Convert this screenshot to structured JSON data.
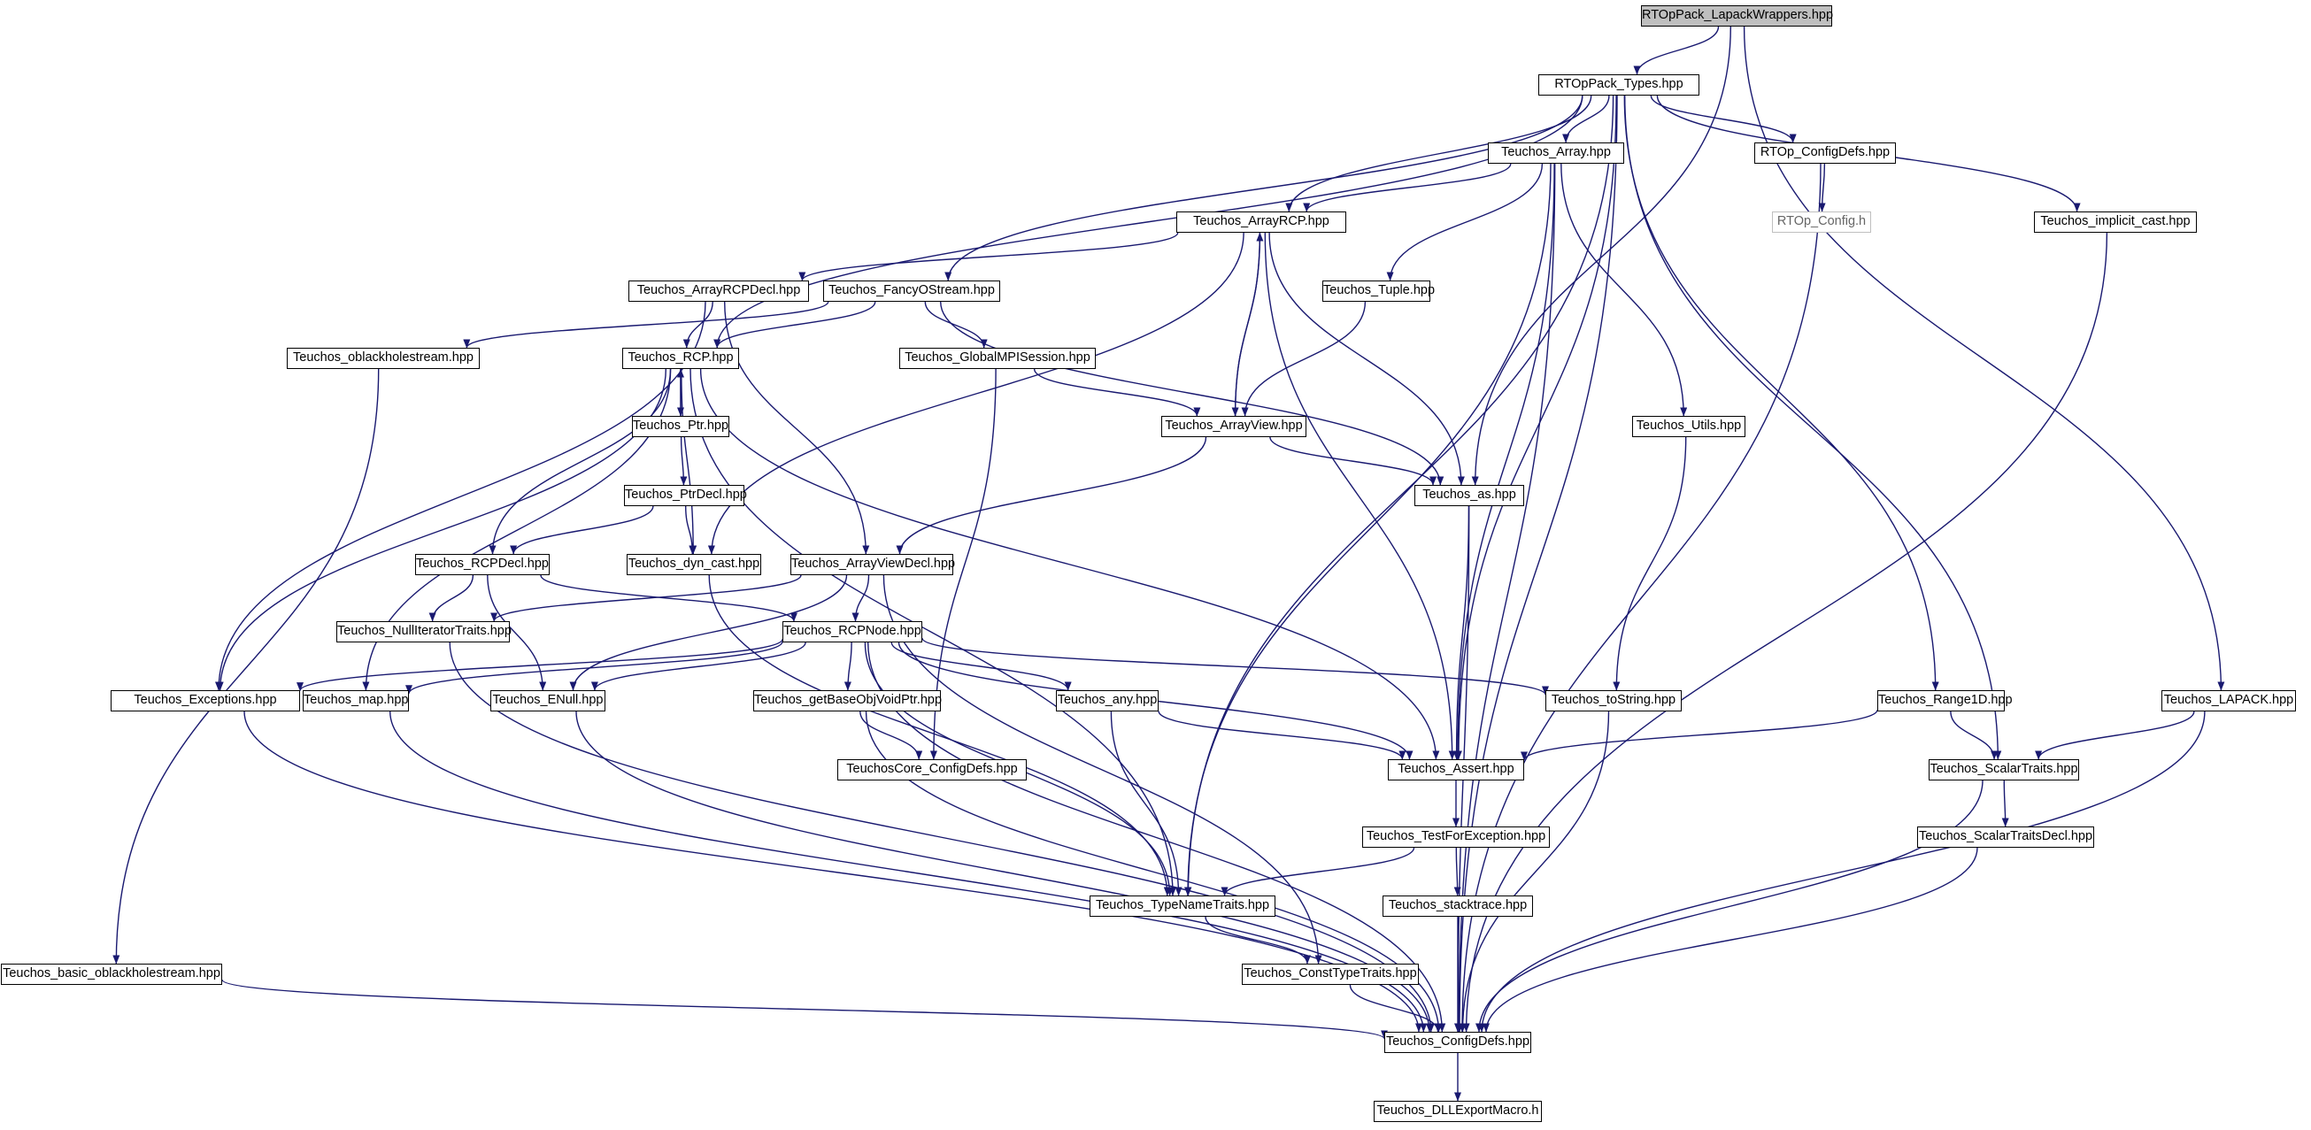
{
  "graph": {
    "title": "RTOpPack_LapackWrappers.hpp",
    "edge_color": "#191970",
    "nodes": [
      {
        "id": "root",
        "label": "RTOpPack_LapackWrappers.hpp",
        "kind": "root"
      },
      {
        "id": "types",
        "label": "RTOpPack_Types.hpp"
      },
      {
        "id": "as",
        "label": "Teuchos_as.hpp"
      },
      {
        "id": "lapack",
        "label": "Teuchos_LAPACK.hpp"
      },
      {
        "id": "array",
        "label": "Teuchos_Array.hpp"
      },
      {
        "id": "rtopcfg",
        "label": "RTOp_ConfigDefs.hpp"
      },
      {
        "id": "rtopconfigh",
        "label": "RTOp_Config.h",
        "kind": "external"
      },
      {
        "id": "implicit",
        "label": "Teuchos_implicit_cast.hpp"
      },
      {
        "id": "arcp",
        "label": "Teuchos_ArrayRCP.hpp"
      },
      {
        "id": "arcpdecl",
        "label": "Teuchos_ArrayRCPDecl.hpp"
      },
      {
        "id": "fancy",
        "label": "Teuchos_FancyOStream.hpp"
      },
      {
        "id": "tuple",
        "label": "Teuchos_Tuple.hpp"
      },
      {
        "id": "oblack",
        "label": "Teuchos_oblackholestream.hpp"
      },
      {
        "id": "rcp",
        "label": "Teuchos_RCP.hpp"
      },
      {
        "id": "gmpi",
        "label": "Teuchos_GlobalMPISession.hpp"
      },
      {
        "id": "aview",
        "label": "Teuchos_ArrayView.hpp"
      },
      {
        "id": "utils",
        "label": "Teuchos_Utils.hpp"
      },
      {
        "id": "ptr",
        "label": "Teuchos_Ptr.hpp"
      },
      {
        "id": "ptrdecl",
        "label": "Teuchos_PtrDecl.hpp"
      },
      {
        "id": "rcpdecl",
        "label": "Teuchos_RCPDecl.hpp"
      },
      {
        "id": "dyncast",
        "label": "Teuchos_dyn_cast.hpp"
      },
      {
        "id": "aviewdecl",
        "label": "Teuchos_ArrayViewDecl.hpp"
      },
      {
        "id": "nullit",
        "label": "Teuchos_NullIteratorTraits.hpp"
      },
      {
        "id": "rcpnode",
        "label": "Teuchos_RCPNode.hpp"
      },
      {
        "id": "excep",
        "label": "Teuchos_Exceptions.hpp"
      },
      {
        "id": "map",
        "label": "Teuchos_map.hpp"
      },
      {
        "id": "enull",
        "label": "Teuchos_ENull.hpp"
      },
      {
        "id": "getbase",
        "label": "Teuchos_getBaseObjVoidPtr.hpp"
      },
      {
        "id": "any",
        "label": "Teuchos_any.hpp"
      },
      {
        "id": "tostring",
        "label": "Teuchos_toString.hpp"
      },
      {
        "id": "range1d",
        "label": "Teuchos_Range1D.hpp"
      },
      {
        "id": "coreconf",
        "label": "TeuchosCore_ConfigDefs.hpp"
      },
      {
        "id": "assert",
        "label": "Teuchos_Assert.hpp"
      },
      {
        "id": "scalar",
        "label": "Teuchos_ScalarTraits.hpp"
      },
      {
        "id": "testfor",
        "label": "Teuchos_TestForException.hpp"
      },
      {
        "id": "scalardecl",
        "label": "Teuchos_ScalarTraitsDecl.hpp"
      },
      {
        "id": "typename",
        "label": "Teuchos_TypeNameTraits.hpp"
      },
      {
        "id": "stack",
        "label": "Teuchos_stacktrace.hpp"
      },
      {
        "id": "basicob",
        "label": "Teuchos_basic_oblackholestream.hpp"
      },
      {
        "id": "consttype",
        "label": "Teuchos_ConstTypeTraits.hpp"
      },
      {
        "id": "config",
        "label": "Teuchos_ConfigDefs.hpp"
      },
      {
        "id": "dll",
        "label": "Teuchos_DLLExportMacro.h"
      }
    ],
    "edges": [
      [
        "root",
        "types"
      ],
      [
        "root",
        "as"
      ],
      [
        "root",
        "lapack"
      ],
      [
        "types",
        "rcp"
      ],
      [
        "types",
        "fancy"
      ],
      [
        "types",
        "arcp"
      ],
      [
        "types",
        "array"
      ],
      [
        "types",
        "typename"
      ],
      [
        "types",
        "rtopcfg"
      ],
      [
        "types",
        "assert"
      ],
      [
        "types",
        "config"
      ],
      [
        "types",
        "range1d"
      ],
      [
        "types",
        "scalar"
      ],
      [
        "types",
        "implicit"
      ],
      [
        "array",
        "arcp"
      ],
      [
        "array",
        "tuple"
      ],
      [
        "array",
        "utils"
      ],
      [
        "array",
        "assert"
      ],
      [
        "array",
        "typename"
      ],
      [
        "array",
        "config"
      ],
      [
        "rtopcfg",
        "rtopconfigh"
      ],
      [
        "rtopcfg",
        "config"
      ],
      [
        "implicit",
        "config"
      ],
      [
        "arcp",
        "arcpdecl"
      ],
      [
        "arcp",
        "aview"
      ],
      [
        "arcp",
        "dyncast"
      ],
      [
        "arcp",
        "as"
      ],
      [
        "arcp",
        "assert"
      ],
      [
        "arcpdecl",
        "rcp"
      ],
      [
        "arcpdecl",
        "aviewdecl"
      ],
      [
        "arcpdecl",
        "excep"
      ],
      [
        "fancy",
        "rcp"
      ],
      [
        "fancy",
        "oblack"
      ],
      [
        "fancy",
        "gmpi"
      ],
      [
        "fancy",
        "as"
      ],
      [
        "tuple",
        "aview"
      ],
      [
        "oblack",
        "basicob"
      ],
      [
        "gmpi",
        "aview"
      ],
      [
        "gmpi",
        "coreconf"
      ],
      [
        "aview",
        "arcp"
      ],
      [
        "aview",
        "aviewdecl"
      ],
      [
        "aview",
        "as"
      ],
      [
        "utils",
        "tostring"
      ],
      [
        "rcp",
        "ptr"
      ],
      [
        "rcp",
        "rcpdecl"
      ],
      [
        "rcp",
        "dyncast"
      ],
      [
        "rcp",
        "excep"
      ],
      [
        "rcp",
        "map"
      ],
      [
        "rcp",
        "assert"
      ],
      [
        "rcp",
        "typename"
      ],
      [
        "ptr",
        "rcp"
      ],
      [
        "ptr",
        "ptrdecl"
      ],
      [
        "ptrdecl",
        "rcpdecl"
      ],
      [
        "ptrdecl",
        "dyncast"
      ],
      [
        "rcpdecl",
        "nullit"
      ],
      [
        "rcpdecl",
        "enull"
      ],
      [
        "rcpdecl",
        "rcpnode"
      ],
      [
        "dyncast",
        "typename"
      ],
      [
        "aviewdecl",
        "rcpnode"
      ],
      [
        "aviewdecl",
        "nullit"
      ],
      [
        "aviewdecl",
        "enull"
      ],
      [
        "aviewdecl",
        "consttype"
      ],
      [
        "rcpnode",
        "excep"
      ],
      [
        "rcpnode",
        "map"
      ],
      [
        "rcpnode",
        "enull"
      ],
      [
        "rcpnode",
        "getbase"
      ],
      [
        "rcpnode",
        "any"
      ],
      [
        "rcpnode",
        "tostring"
      ],
      [
        "rcpnode",
        "assert"
      ],
      [
        "rcpnode",
        "typename"
      ],
      [
        "rcpnode",
        "config"
      ],
      [
        "as",
        "assert"
      ],
      [
        "as",
        "config"
      ],
      [
        "nullit",
        "config"
      ],
      [
        "excep",
        "config"
      ],
      [
        "map",
        "config"
      ],
      [
        "enull",
        "config"
      ],
      [
        "getbase",
        "coreconf"
      ],
      [
        "getbase",
        "config"
      ],
      [
        "any",
        "assert"
      ],
      [
        "any",
        "typename"
      ],
      [
        "tostring",
        "config"
      ],
      [
        "range1d",
        "assert"
      ],
      [
        "range1d",
        "scalar"
      ],
      [
        "lapack",
        "scalar"
      ],
      [
        "lapack",
        "config"
      ],
      [
        "assert",
        "testfor"
      ],
      [
        "scalar",
        "scalardecl"
      ],
      [
        "scalar",
        "config"
      ],
      [
        "scalardecl",
        "config"
      ],
      [
        "testfor",
        "typename"
      ],
      [
        "testfor",
        "stack"
      ],
      [
        "typename",
        "consttype"
      ],
      [
        "stack",
        "config"
      ],
      [
        "basicob",
        "config"
      ],
      [
        "consttype",
        "config"
      ],
      [
        "config",
        "dll"
      ]
    ]
  }
}
